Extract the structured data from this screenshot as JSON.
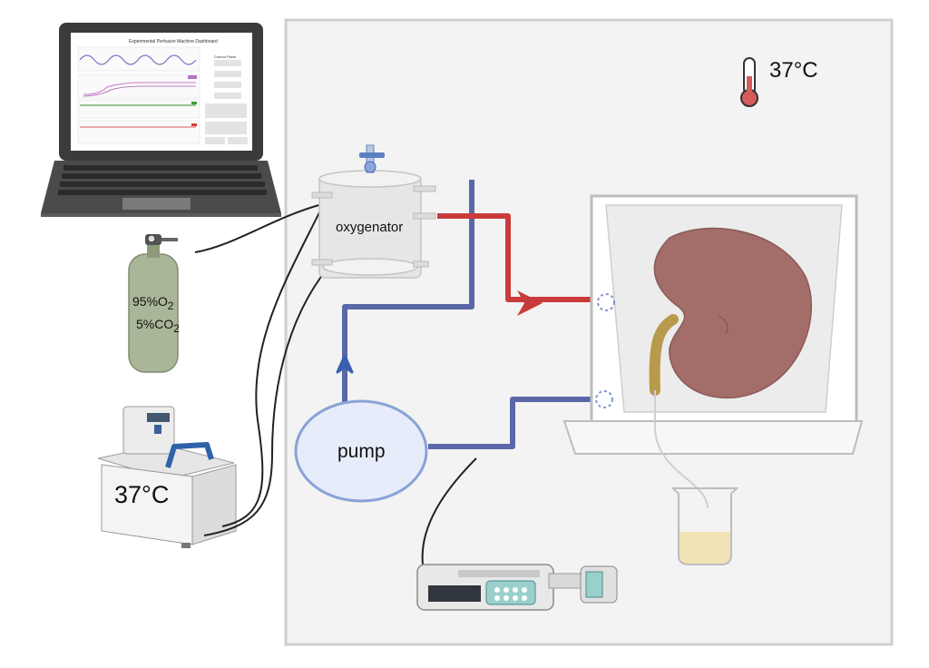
{
  "labels": {
    "room_temperature": "37°C",
    "bath_temperature": "37°C",
    "oxygenator": "oxygenator",
    "pump": "pump",
    "gas_line1_prefix": "95%O",
    "gas_line1_sub": "2",
    "gas_line2_prefix": "5%CO",
    "gas_line2_sub": "2"
  },
  "laptop_screen": {
    "title": "Experimental Perfusion Machine Dashboard",
    "panel_title": "Control Panel"
  },
  "colors": {
    "arterial": "#c93b3b",
    "venous": "#5a68a8",
    "pump_fill": "#e7ecfa",
    "pump_stroke": "#8aa2d6",
    "cylinder": "#a9b697",
    "kidney": "#a36e6a",
    "urine": "#f0e2b5",
    "thermometer": "#d65b5b"
  },
  "icons": [
    "thermometer-icon",
    "flow-arrow-icon"
  ]
}
